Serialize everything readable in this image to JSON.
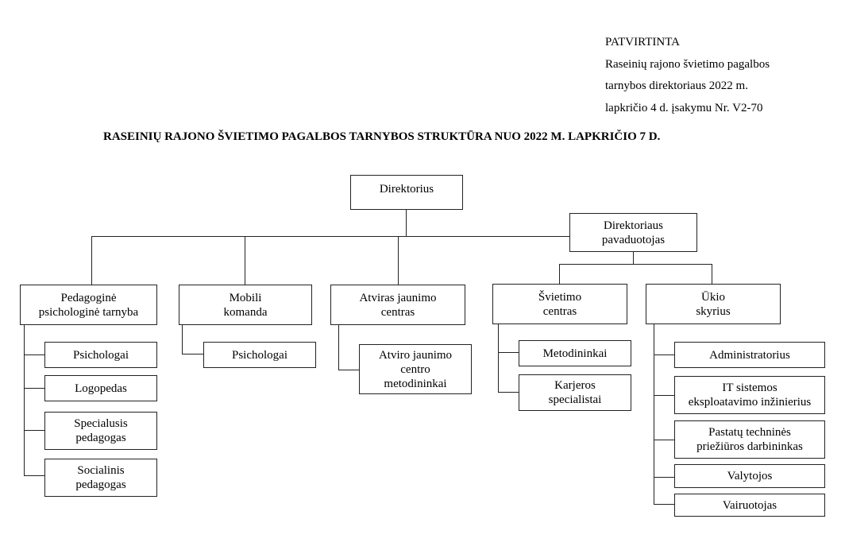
{
  "approval": {
    "lines": [
      "PATVIRTINTA",
      "Raseinių rajono švietimo pagalbos",
      "tarnybos direktoriaus 2022 m.",
      "lapkričio 4 d. įsakymu Nr. V2-70"
    ]
  },
  "title": "RASEINIŲ RAJONO ŠVIETIMO PAGALBOS TARNYBOS STRUKTŪRA NUO 2022 M. LAPKRIČIO 7 D.",
  "org": {
    "director": "Direktorius",
    "deputy": "Direktoriaus\npavaduotojas",
    "units": [
      {
        "name": "Pedagoginė\npsichologinė tarnyba",
        "children": [
          "Psichologai",
          "Logopedas",
          "Specialusis\npedagogas",
          "Socialinis\npedagogas"
        ]
      },
      {
        "name": "Mobili\nkomanda",
        "children": [
          "Psichologai"
        ]
      },
      {
        "name": "Atviras jaunimo\ncentras",
        "children": [
          "Atviro jaunimo\ncentro\nmetodininkai"
        ]
      },
      {
        "name": "Švietimo\ncentras",
        "children": [
          "Metodininkai",
          "Karjeros\nspecialistai"
        ]
      },
      {
        "name": "Ūkio\nskyrius",
        "children": [
          "Administratorius",
          "IT sistemos\neksploatavimo inžinierius",
          "Pastatų techninės\npriežiūros darbininkas",
          "Valytojos",
          "Vairuotojas"
        ]
      }
    ]
  }
}
